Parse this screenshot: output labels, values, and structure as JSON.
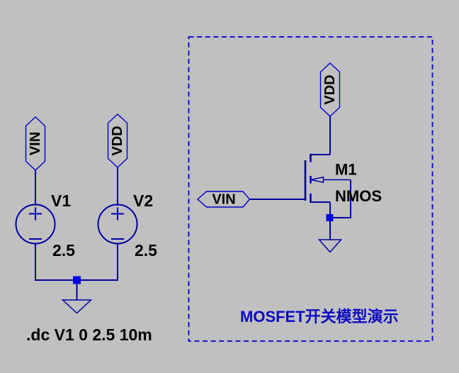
{
  "background_color": "#C0C0C0",
  "colors": {
    "wire": "#0000A0",
    "flag_outline": "#0000C8",
    "junction_dot": "#0000F0",
    "annotation_box": "#0000CC",
    "component_text": "#000000",
    "caption_text": "#0B0BC4"
  },
  "left_circuit": {
    "vin_flag": {
      "label": "VIN"
    },
    "vdd_flag": {
      "label": "VDD"
    },
    "source_v1": {
      "designator": "V1",
      "value": "2.5"
    },
    "source_v2": {
      "designator": "V2",
      "value": "2.5"
    },
    "spice_directive": ".dc V1 0 2.5 10m"
  },
  "demo_box": {
    "vdd_flag": {
      "label": "VDD"
    },
    "vin_flag": {
      "label": "VIN"
    },
    "mosfet": {
      "designator": "M1",
      "model": "NMOS"
    },
    "caption": "MOSFET开关模型演示"
  }
}
